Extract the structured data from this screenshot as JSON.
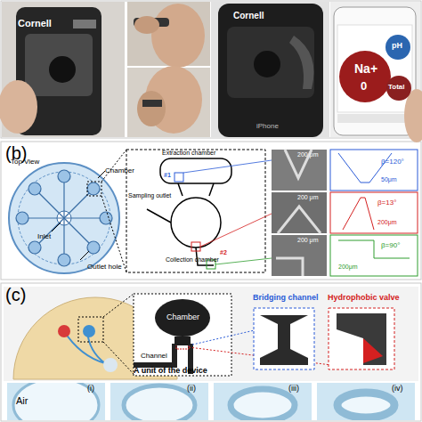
{
  "diagram": {
    "nodes": [
      {
        "text": [
          "Na+",
          "0"
        ]
      },
      {
        "text": [
          "pH"
        ]
      },
      {
        "text": [
          "Total"
        ]
      },
      {
        "text": [
          "Chamber"
        ]
      },
      {
        "text": [
          "Bridging channel"
        ]
      },
      {
        "text": [
          "Hydrophobic valve"
        ]
      },
      {
        "text": [
          "(i)",
          "Air"
        ]
      },
      {
        "text": [
          "(ii)"
        ]
      },
      {
        "text": [
          "(iii)"
        ]
      },
      {
        "text": [
          "(iv)"
        ]
      }
    ],
    "labels": [
      "Cornell",
      "Cornell",
      "iPhone",
      "(b)",
      "Top View",
      "Chamber",
      "Inlet",
      "Outlet hole",
      "Extraction chamber",
      "Sampling outlet",
      "Collection chamber",
      "#1",
      "#2",
      "200 μm",
      "200 μm",
      "200 μm",
      "β=120°",
      "50μm",
      "β=13°",
      "200μm",
      "β=90°",
      "200μm",
      "(c)",
      "Channel",
      "A unit of the device"
    ]
  }
}
